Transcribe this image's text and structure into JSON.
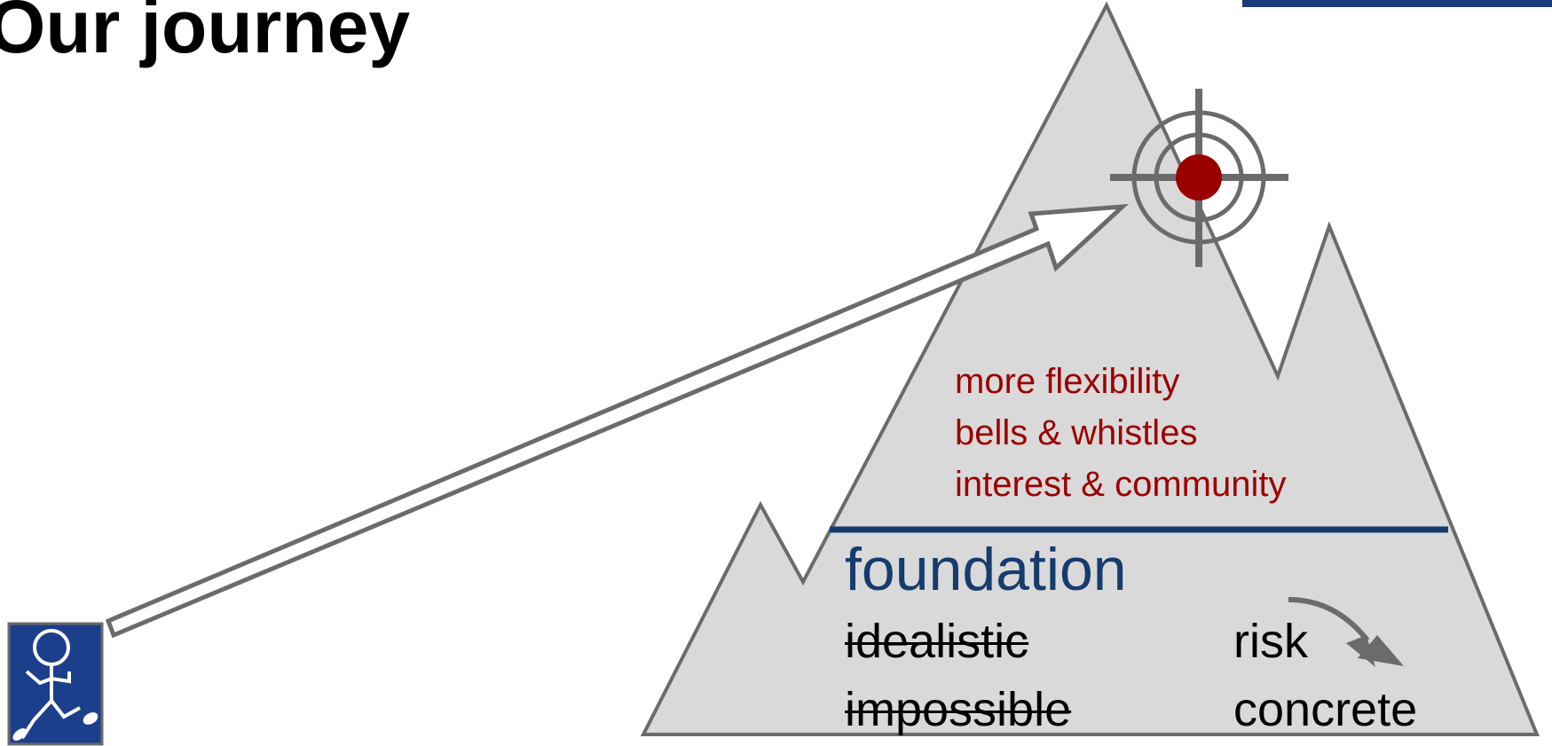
{
  "title": "Our journey",
  "colors": {
    "mountain_fill": "#d9d9d9",
    "mountain_stroke": "#6b6b6b",
    "goal_red": "#9b0000",
    "foundation_blue": "#163c6e",
    "runner_bg": "#1c3f8c"
  },
  "goals": {
    "line1": "more flexibility",
    "line2": "bells & whistles",
    "line3": "interest & community"
  },
  "foundation": {
    "heading": "foundation",
    "struck_words": [
      "idealistic",
      "impossible"
    ],
    "from_word": "risk",
    "to_word": "concrete"
  },
  "icons": {
    "target": "target-crosshair-icon",
    "runner": "running-stick-figure-icon",
    "arrow": "journey-arrow",
    "curved_arrow": "curved-arrow-icon"
  }
}
